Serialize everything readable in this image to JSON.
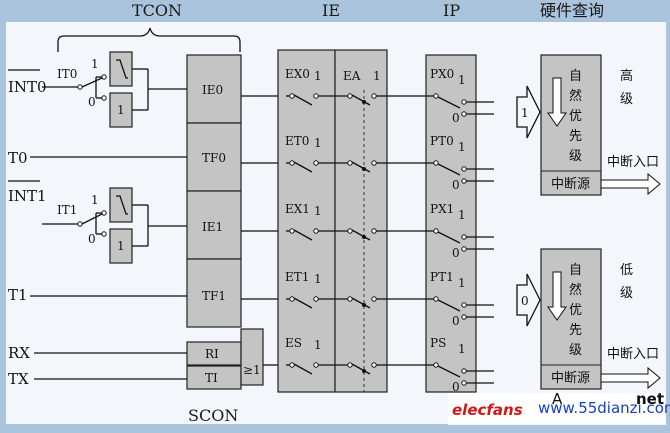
{
  "headers": {
    "tcon": "TCON",
    "ie": "IE",
    "ip": "IP",
    "query": "硬件查询",
    "scon": "SCON"
  },
  "inputs": [
    "INT0",
    "T0",
    "INT1",
    "T1",
    "RX",
    "TX"
  ],
  "tcon": {
    "it0": "IT0",
    "it1": "IT1",
    "sw_one": "1",
    "sw_zero": "0",
    "inv_one": "1",
    "flags": [
      "IE0",
      "TF0",
      "IE1",
      "TF1"
    ]
  },
  "scon_flags": [
    "RI",
    "TI"
  ],
  "or_gate": "≥1",
  "ie": {
    "switches": [
      "EX0",
      "ET0",
      "EX1",
      "ET1",
      "ES"
    ],
    "one": "1",
    "ea": "EA",
    "ea_one": "1"
  },
  "ip": {
    "switches": [
      "PX0",
      "PT0",
      "PX1",
      "PT1",
      "PS"
    ],
    "one": "1",
    "zero": "0"
  },
  "query": {
    "high": {
      "arrow": "1",
      "chars": [
        "自",
        "然",
        "优",
        "先",
        "级"
      ],
      "source": "中断源",
      "level": [
        "高",
        "级"
      ],
      "output": "中断入口"
    },
    "low": {
      "arrow": "0",
      "chars": [
        "自",
        "然",
        "优",
        "先",
        "级"
      ],
      "source": "中断源",
      "level": [
        "低",
        "级"
      ],
      "output": "中断入口"
    }
  },
  "watermark": {
    "brand": "elecfans",
    "url": "www.55dianzi.com",
    "tail_a": "A",
    "tail_net": "net"
  },
  "colors": {
    "background": "#a9c4dc",
    "panel": "#f3f6fa",
    "box": "#c4c4c4",
    "watermark_red": "#d01818",
    "watermark_blue": "#1840c0"
  }
}
